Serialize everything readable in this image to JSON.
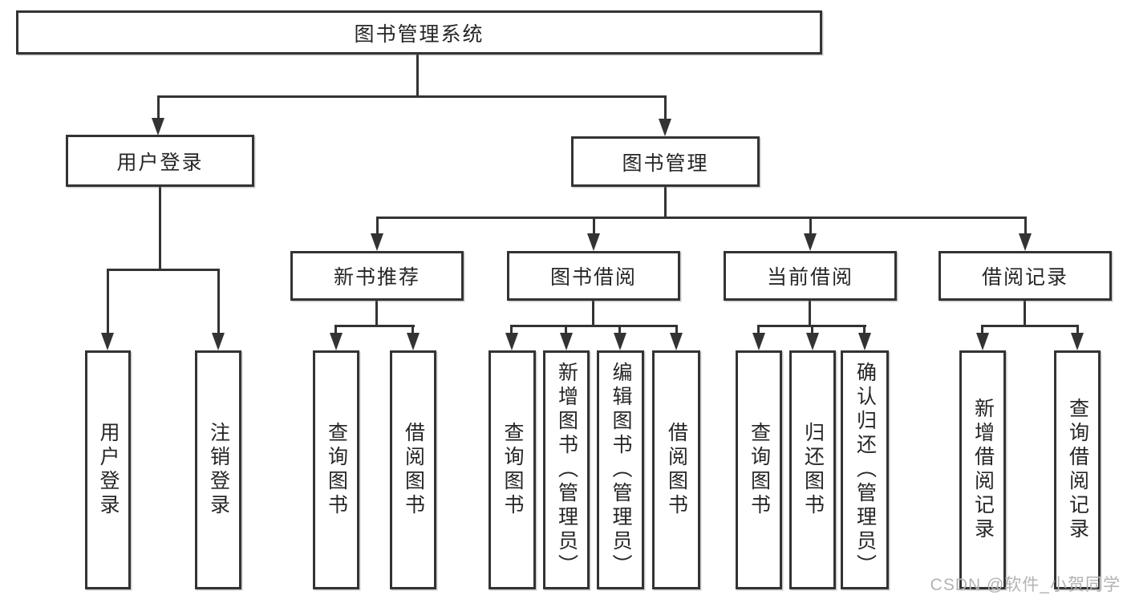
{
  "colors": {
    "line": "#333333",
    "text": "#262626",
    "background": "#ffffff",
    "watermark": "#b3b3b3"
  },
  "watermark": "CSDN @软件_小贺同学",
  "tree": {
    "root": "图书管理系统",
    "user_branch": {
      "label": "用户登录",
      "children": [
        "用户登录",
        "注销登录"
      ]
    },
    "mgmt_branch": {
      "label": "图书管理",
      "groups": [
        {
          "label": "新书推荐",
          "children": [
            "查询图书",
            "借阅图书"
          ]
        },
        {
          "label": "图书借阅",
          "children": [
            "查询图书",
            "新增图书（管理员）",
            "编辑图书（管理员）",
            "借阅图书"
          ]
        },
        {
          "label": "当前借阅",
          "children": [
            "查询图书",
            "归还图书",
            "确认归还（管理员）"
          ]
        },
        {
          "label": "借阅记录",
          "children": [
            "新增借阅记录",
            "查询借阅记录"
          ]
        }
      ]
    }
  }
}
